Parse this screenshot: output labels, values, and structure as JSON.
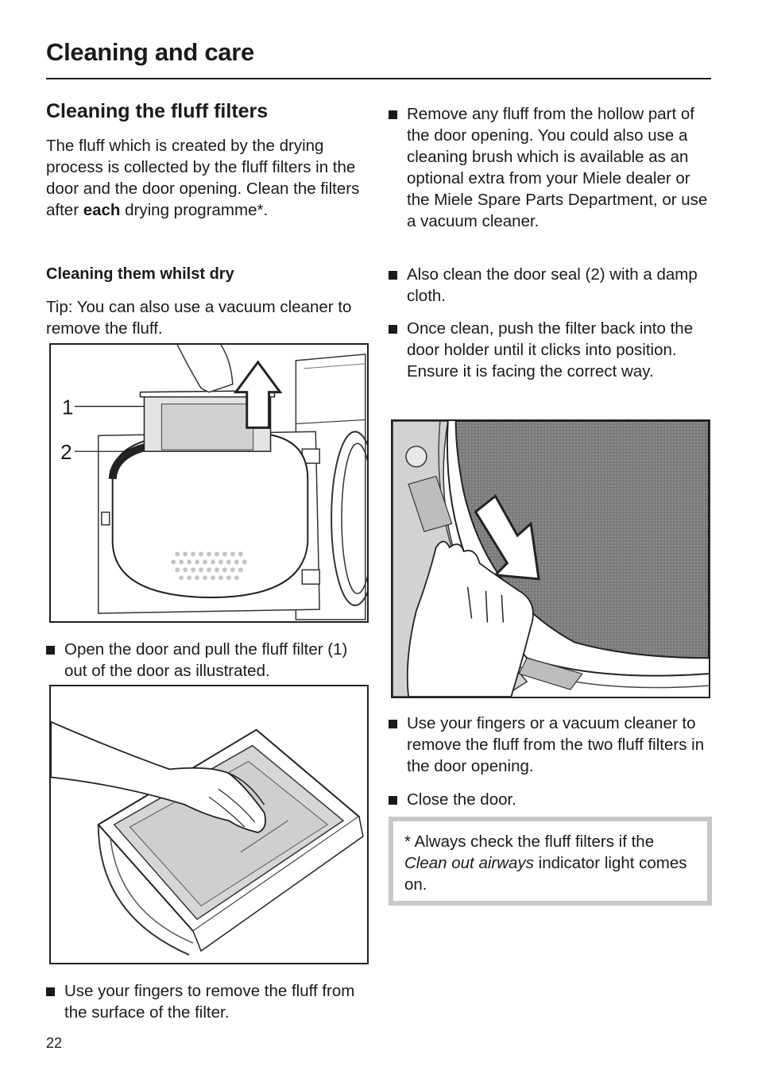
{
  "header": {
    "title": "Cleaning and care"
  },
  "section": {
    "heading": "Cleaning the fluff filters",
    "intro_before": "The fluff which is created by the drying process is collected by the fluff filters in the door and the door opening. Clean the filters after ",
    "intro_bold": "each",
    "intro_after": " drying programme*.",
    "subheading": "Cleaning them whilst dry",
    "tip": "Tip: You can also use a vacuum cleaner to remove the fluff."
  },
  "figure1": {
    "callout_1": "1",
    "callout_2": "2"
  },
  "left_steps": [
    "Open the door and pull the fluff filter (1) out of the door as illustrated.",
    "Use your fingers to remove the fluff from the surface of the filter."
  ],
  "right_steps": [
    "Remove any fluff from the hollow part of the door opening. You could also use a cleaning brush which is available as an optional extra from your Miele dealer or the Miele Spare Parts Department, or use a vacuum cleaner.",
    "Also clean the door seal (2) with a damp cloth.",
    "Once clean, push the filter back into the door holder until it clicks into position. Ensure it is facing the correct way.",
    "Use your fingers or a vacuum cleaner to remove the fluff from the two fluff filters in the door opening.",
    "Close the door."
  ],
  "note": {
    "before": "* Always check the fluff filters if the ",
    "italic": "Clean out airways",
    "after": " indicator light comes on."
  },
  "footer": {
    "page_number": "22"
  }
}
